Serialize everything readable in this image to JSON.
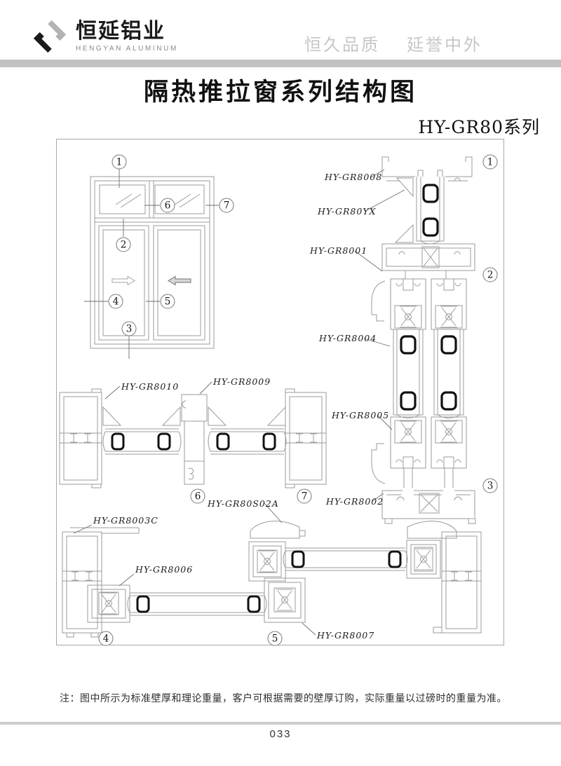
{
  "header": {
    "company_cn": "恒延铝业",
    "company_en": "HENGYAN ALUMINUM",
    "slogan_left": "恒久品质",
    "slogan_right": "延誉中外",
    "brand_black": "#1a1a1a",
    "brand_gray": "#b3b3b3"
  },
  "title": "隔热推拉窗系列结构图",
  "series": "HY-GR80系列",
  "diagram": {
    "line_color": "#9b9b9b",
    "labels": {
      "gr8008": "HY-GR8008",
      "gr80yx": "HY-GR80YX",
      "gr8001": "HY-GR8001",
      "gr8004": "HY-GR8004",
      "gr8005": "HY-GR8005",
      "gr8002": "HY-GR8002",
      "gr8010": "HY-GR8010",
      "gr8009": "HY-GR8009",
      "gr80s02a": "HY-GR80S02A",
      "gr8003c": "HY-GR8003C",
      "gr8006": "HY-GR8006",
      "gr8007": "HY-GR8007"
    },
    "markers": {
      "m1": "1",
      "m2": "2",
      "m3": "3",
      "m4": "4",
      "m5": "5",
      "m6": "6",
      "m7": "7"
    }
  },
  "note": "注：图中所示为标准壁厚和理论重量，客户可根据需要的壁厚订购，实际重量以过磅时的重量为准。",
  "footer": {
    "page_number": "033"
  }
}
